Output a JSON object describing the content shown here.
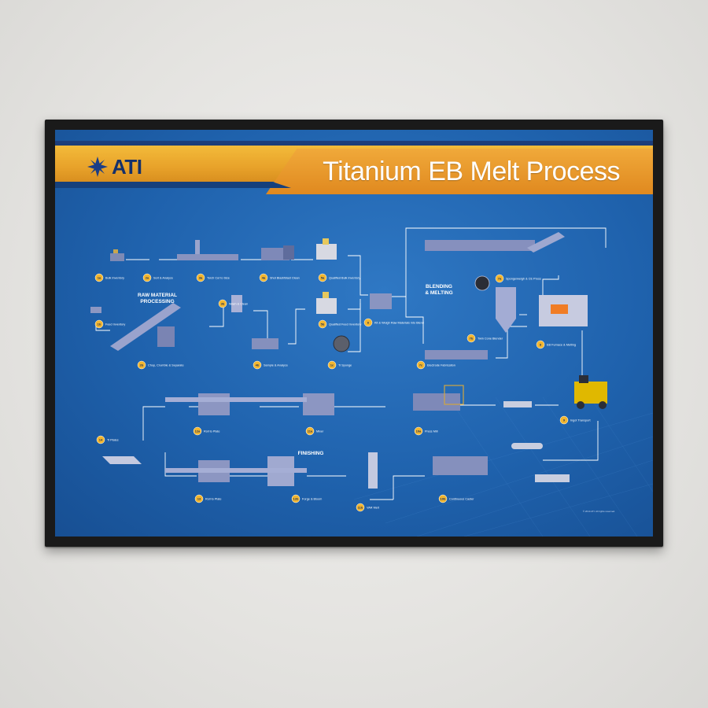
{
  "poster": {
    "brand": "ATI",
    "title": "Titanium EB Melt Process",
    "sections": {
      "raw": [
        "RAW MATERIAL",
        "PROCESSING"
      ],
      "blend": [
        "BLENDING",
        "& MELTING"
      ],
      "finish": "FINISHING"
    },
    "steps": [
      {
        "id": "s1a",
        "num": "1a",
        "label": "Bulk Inventory"
      },
      {
        "id": "s2a",
        "num": "2a",
        "label": "Sort & Analyze"
      },
      {
        "id": "s3a",
        "num": "3a",
        "label": "Torch Cut to Size"
      },
      {
        "id": "s4a",
        "num": "4a",
        "label": "Shot Blast/Blast Clean"
      },
      {
        "id": "s5a",
        "num": "5a",
        "label": "Qualified Bulk Inventory"
      },
      {
        "id": "s1b",
        "num": "1b",
        "label": "Feed Inventory"
      },
      {
        "id": "s2b",
        "num": "2b",
        "label": "Chop, Crumble & Separate"
      },
      {
        "id": "s3b",
        "num": "3b",
        "label": "Wash & Clean"
      },
      {
        "id": "s4b",
        "num": "4b",
        "label": "Sample & Analyze"
      },
      {
        "id": "s5b",
        "num": "5b",
        "label": "Qualified Feed Inventory"
      },
      {
        "id": "s1c",
        "num": "1c",
        "label": "Ti Sponge"
      },
      {
        "id": "s6",
        "num": "6",
        "label": "Kit & Weigh Raw Materials into Blend"
      },
      {
        "id": "s7a",
        "num": "7a",
        "label": "Sponge/weigh & CE Press"
      },
      {
        "id": "s7b",
        "num": "7b",
        "label": "Twin Cone Blender"
      },
      {
        "id": "s7c",
        "num": "7c",
        "label": "Electrode Fabrication"
      },
      {
        "id": "s8",
        "num": "8",
        "label": "EB Furnace & Melting"
      },
      {
        "id": "s9",
        "num": "9",
        "label": "Ingot Transport"
      },
      {
        "id": "s10a",
        "num": "10a",
        "label": "Press Mill"
      },
      {
        "id": "s11a",
        "num": "11a",
        "label": "Mixer"
      },
      {
        "id": "s12a",
        "num": "12a",
        "label": "Roll to Plate"
      },
      {
        "id": "s14",
        "num": "14",
        "label": "Ti Plates"
      },
      {
        "id": "s13",
        "num": "13",
        "label": "Roll to Plate"
      },
      {
        "id": "s12b",
        "num": "12b",
        "label": "Forge & Bloom"
      },
      {
        "id": "s11b",
        "num": "11b",
        "label": "VAR Melt"
      },
      {
        "id": "s10b",
        "num": "10b",
        "label": "Continuous Caster"
      }
    ],
    "copyright": "© 2014 ATI. All rights reserved."
  }
}
